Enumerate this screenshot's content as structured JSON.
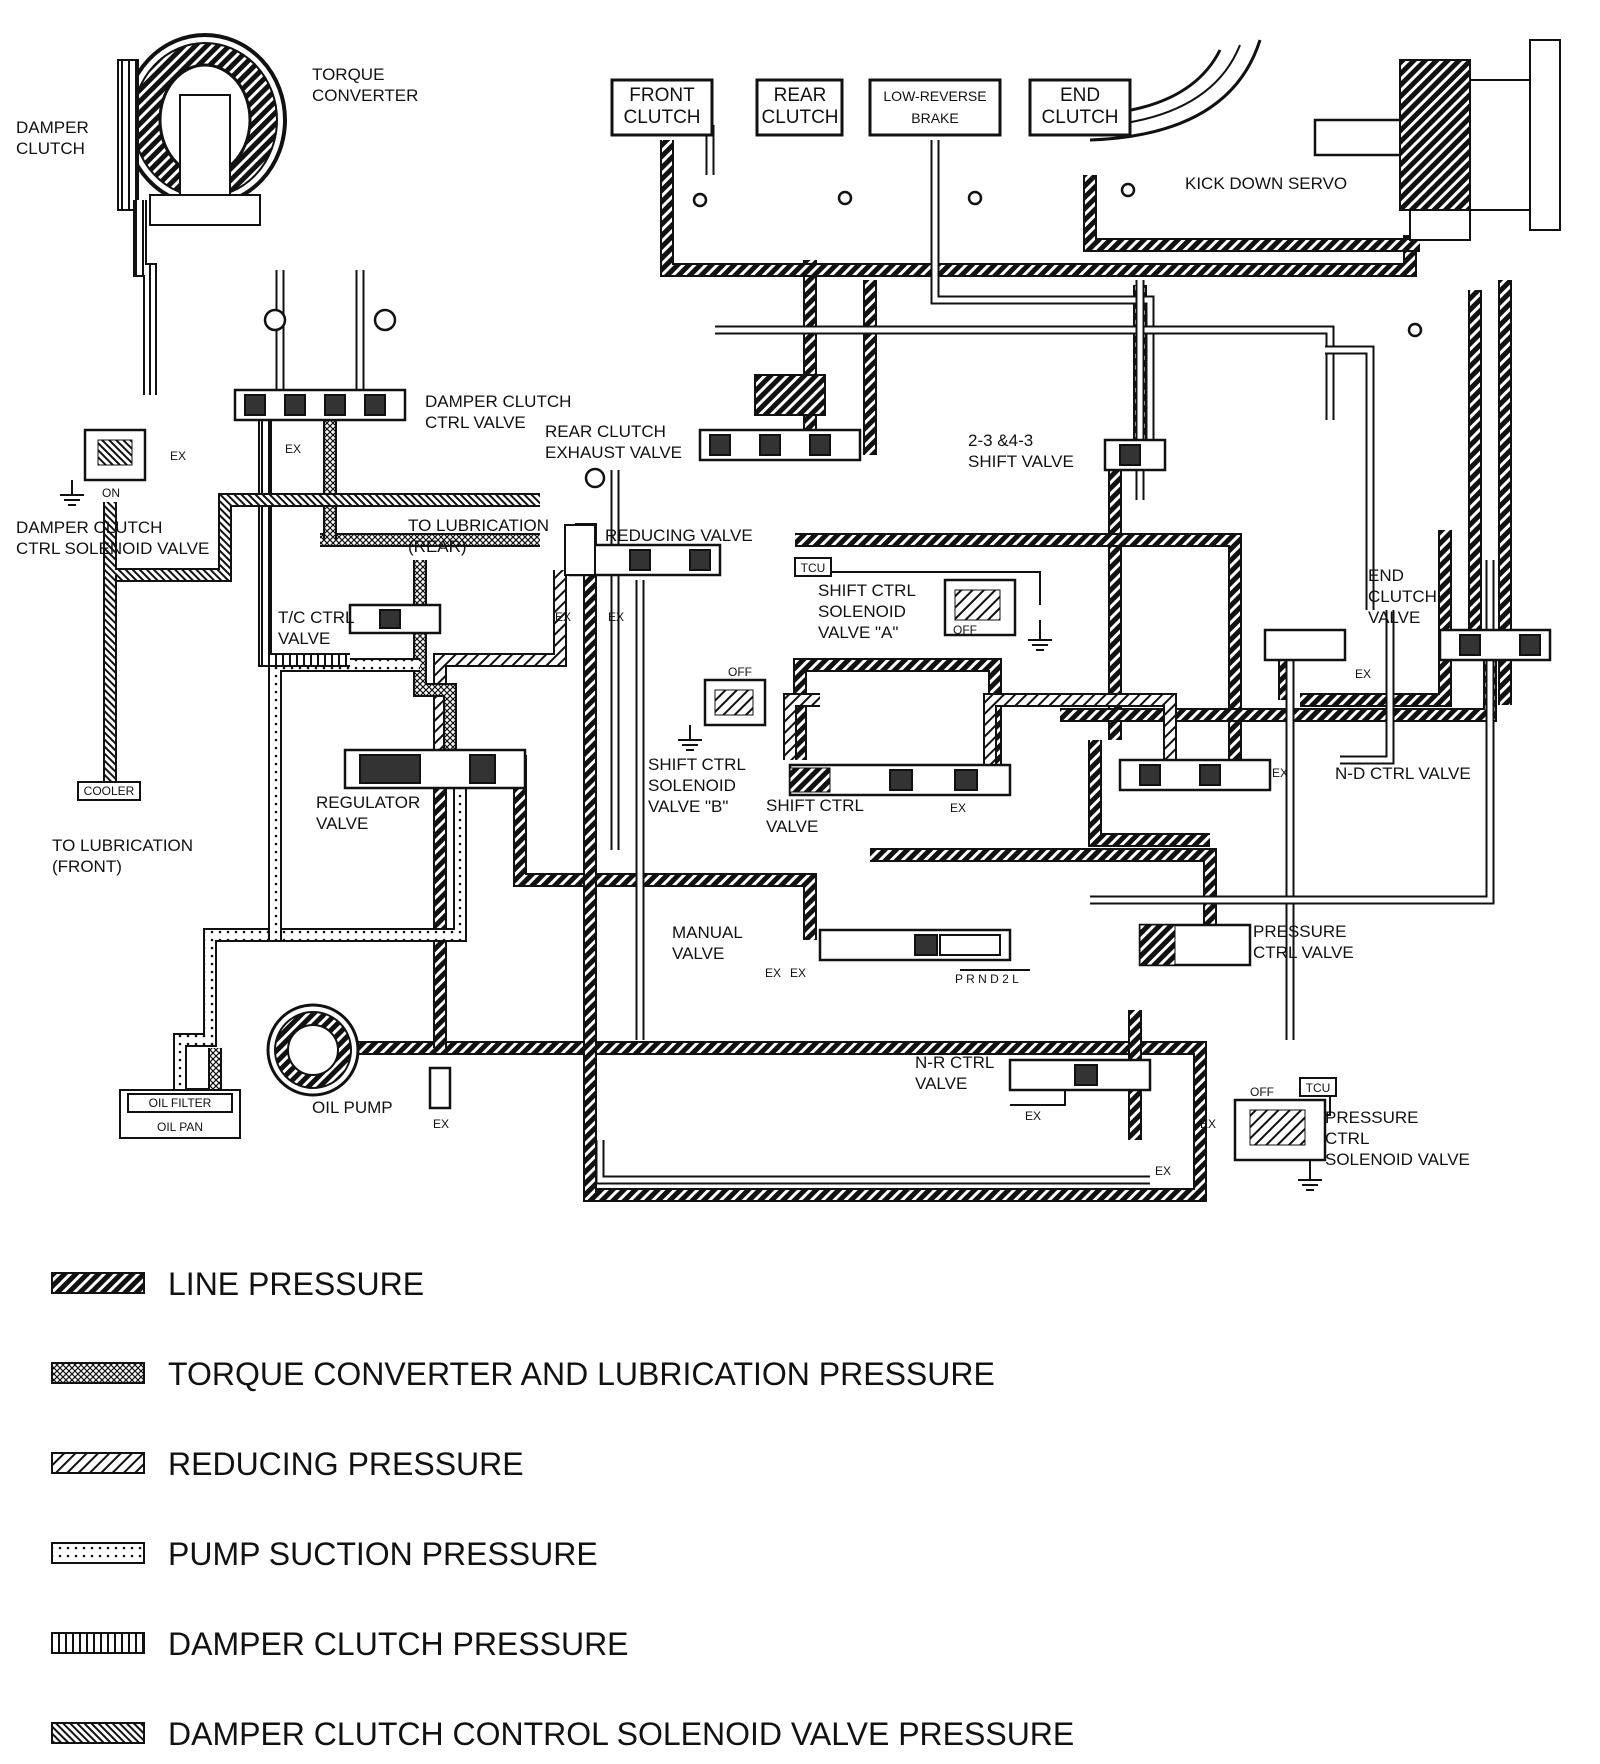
{
  "components": {
    "torque_converter": "TORQUE\nCONVERTER",
    "damper_clutch": "DAMPER\nCLUTCH",
    "front_clutch": "FRONT\nCLUTCH",
    "rear_clutch": "REAR\nCLUTCH",
    "low_reverse_brake": "LOW-REVERSE\nBRAKE",
    "end_clutch": "END\nCLUTCH",
    "kick_down_servo": "KICK DOWN SERVO",
    "damper_clutch_ctrl_valve": "DAMPER CLUTCH\nCTRL VALVE",
    "rear_clutch_exhaust_valve": "REAR CLUTCH\nEXHAUST VALVE",
    "shift_valve_23_43": "2-3 &4-3\nSHIFT VALVE",
    "damper_clutch_ctrl_solenoid_valve": "DAMPER CLUTCH\nCTRL SOLENOID VALVE",
    "to_lubrication_rear": "TO LUBRICATION\n(REAR)",
    "reducing_valve": "REDUCING VALVE",
    "tcu_a": "TCU",
    "shift_ctrl_solenoid_valve_a": "SHIFT CTRL\nSOLENOID\nVALVE \"A\"",
    "end_clutch_valve": "END\nCLUTCH\nVALVE",
    "tc_ctrl_valve": "T/C CTRL\nVALVE",
    "cooler": "COOLER",
    "to_lubrication_front": "TO LUBRICATION\n(FRONT)",
    "regulator_valve": "REGULATOR\nVALVE",
    "shift_ctrl_solenoid_valve_b": "SHIFT CTRL\nSOLENOID\nVALVE \"B\"",
    "shift_ctrl_valve": "SHIFT CTRL\nVALVE",
    "nd_ctrl_valve": "N-D CTRL VALVE",
    "manual_valve": "MANUAL\nVALVE",
    "pressure_ctrl_valve": "PRESSURE\nCTRL VALVE",
    "gear_positions": "P R N D 2 L",
    "nr_ctrl_valve": "N-R CTRL\nVALVE",
    "tcu_b": "TCU",
    "pressure_ctrl_solenoid_valve": "PRESSURE\nCTRL\nSOLENOID VALVE",
    "oil_filter": "OIL FILTER",
    "oil_pan": "OIL PAN",
    "oil_pump": "OIL PUMP",
    "on": "ON",
    "off": "OFF",
    "ex": "EX"
  },
  "legend": [
    {
      "label": "LINE PRESSURE",
      "pattern": "line"
    },
    {
      "label": "TORQUE CONVERTER AND LUBRICATION PRESSURE",
      "pattern": "tc"
    },
    {
      "label": "REDUCING PRESSURE",
      "pattern": "red"
    },
    {
      "label": "PUMP SUCTION PRESSURE",
      "pattern": "suc"
    },
    {
      "label": "DAMPER CLUTCH PRESSURE",
      "pattern": "dc"
    },
    {
      "label": "DAMPER CLUTCH CONTROL SOLENOID VALVE PRESSURE",
      "pattern": "dcs"
    }
  ],
  "colors": {
    "ink": "#111111",
    "paper": "#ffffff"
  }
}
